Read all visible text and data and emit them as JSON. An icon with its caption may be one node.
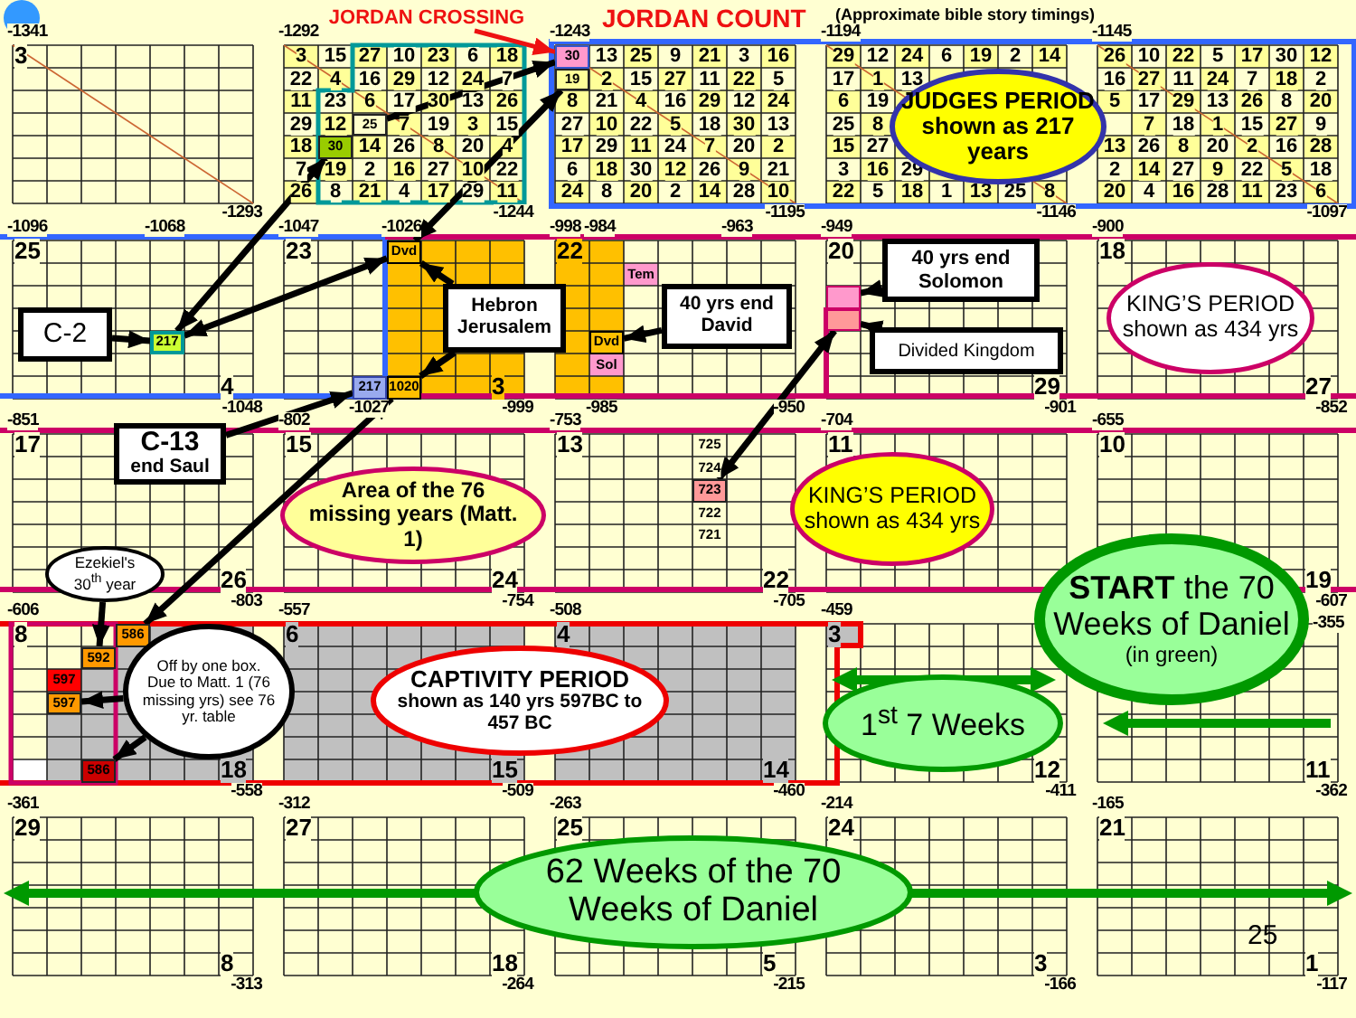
{
  "diagram": {
    "nodes": [
      {
        "text": [
          "JORDAN CROSSING"
        ]
      },
      {
        "text": [
          "30"
        ]
      },
      {
        "text": [
          "25"
        ]
      },
      {
        "text": [
          "19"
        ]
      },
      {
        "text": [
          "30"
        ]
      },
      {
        "text": [
          "JUDGES PERIOD shown as 217 years"
        ]
      },
      {
        "text": [
          "C-2"
        ]
      },
      {
        "text": [
          "217"
        ]
      },
      {
        "text": [
          "Dvd"
        ]
      },
      {
        "text": [
          "Hebron Jerusalem"
        ]
      },
      {
        "text": [
          "1020"
        ]
      },
      {
        "text": [
          "217"
        ]
      },
      {
        "text": [
          "C-13",
          "end Saul"
        ]
      },
      {
        "text": [
          "Dvd"
        ]
      },
      {
        "text": [
          "40 yrs end David"
        ]
      },
      {
        "text": [
          "40 yrs end Solomon"
        ]
      },
      {
        "text": [],
        "shape": "box"
      },
      {
        "text": [
          "Divided Kingdom"
        ]
      },
      {
        "text": [],
        "shape": "box"
      },
      {
        "text": [
          "KING’S PERIOD shown as 434 yrs"
        ]
      },
      {
        "text": [
          "Area of the 76 missing years (Matt. 1)"
        ]
      },
      {
        "text": [
          "723"
        ]
      },
      {
        "text": [
          "KING’S PERIOD shown as 434 yrs"
        ]
      },
      {
        "text": [
          "Ezekiel's 30$^{th}$ year"
        ]
      },
      {
        "text": [
          "586"
        ]
      },
      {
        "text": [
          "592"
        ]
      },
      {
        "text": [
          "597"
        ]
      },
      {
        "text": [
          "586"
        ]
      },
      {
        "text": [
          "Off by one box. Due to Matt. 1 (76 missing yrs) see 76 yr. table"
        ]
      },
      {
        "text": [
          "CAPTIVITY PERIOD",
          "shown as 140 yrs 597BC to 457 BC"
        ]
      },
      {
        "text": [
          "**START** the 70 Weeks of Daniel",
          "(in green)"
        ]
      },
      {
        "text": [
          "1$^{st}$ 7 Weeks"
        ]
      },
      {
        "text": [
          "62 Weeks of the 70 Weeks of Daniel"
        ]
      }
    ],
    "edges": [
      {
        "from": 0,
        "to": 1,
        "arrow": "to",
        "color": "#ee1111"
      },
      {
        "from": 1,
        "to": 2,
        "arrow": "both"
      },
      {
        "from": 3,
        "to": 8,
        "arrow": "both"
      },
      {
        "from": 4,
        "to": 7,
        "arrow": "both"
      },
      {
        "from": 7,
        "to": 8,
        "arrow": "both"
      },
      {
        "from": 6,
        "to": 7,
        "arrow": "to"
      },
      {
        "from": 12,
        "to": 11,
        "arrow": "to"
      },
      {
        "from": 9,
        "to": 8,
        "arrow": "to"
      },
      {
        "from": 9,
        "to": 10,
        "arrow": "to"
      },
      {
        "from": 14,
        "to": 13,
        "arrow": "to"
      },
      {
        "from": 15,
        "to": 16,
        "arrow": "to"
      },
      {
        "from": 17,
        "to": 18,
        "arrow": "to"
      },
      {
        "from": 18,
        "to": 21,
        "arrow": "both"
      },
      {
        "from": 10,
        "to": 24,
        "arrow": "both"
      },
      {
        "from": 23,
        "to": 25,
        "arrow": "to"
      },
      {
        "from": 28,
        "to": 26,
        "arrow": "to"
      },
      {
        "from": 28,
        "to": 27,
        "arrow": "to"
      }
    ],
    "labels": [
      "JORDAN COUNT",
      "(Approximate bible story timings)",
      "-1341",
      "3",
      "-1293",
      "-1292",
      "3",
      "15",
      "27",
      "10",
      "23",
      "6",
      "18",
      "22",
      "4",
      "16",
      "29",
      "12",
      "24",
      "7",
      "11",
      "23",
      "6",
      "17",
      "30",
      "13",
      "26",
      "29",
      "12",
      "7",
      "19",
      "3",
      "15",
      "18",
      "14",
      "26",
      "8",
      "20",
      "4",
      "7",
      "19",
      "2",
      "16",
      "27",
      "10",
      "22",
      "26",
      "8",
      "21",
      "4",
      "17",
      "29",
      "11",
      "-1244",
      "-1243",
      "13",
      "25",
      "9",
      "21",
      "3",
      "16",
      "2",
      "15",
      "27",
      "11",
      "22",
      "5",
      "8",
      "21",
      "4",
      "16",
      "29",
      "12",
      "24",
      "27",
      "10",
      "22",
      "5",
      "18",
      "30",
      "13",
      "17",
      "29",
      "11",
      "24",
      "7",
      "20",
      "2",
      "6",
      "18",
      "30",
      "12",
      "26",
      "9",
      "21",
      "24",
      "8",
      "20",
      "2",
      "14",
      "28",
      "10",
      "-1195",
      "-1194",
      "29",
      "12",
      "24",
      "6",
      "19",
      "2",
      "14",
      "17",
      "1",
      "13",
      "6",
      "19",
      "25",
      "8",
      "15",
      "27",
      "3",
      "16",
      "29",
      "22",
      "5",
      "18",
      "1",
      "13",
      "25",
      "8",
      "-1146",
      "-1145",
      "26",
      "10",
      "22",
      "5",
      "17",
      "30",
      "12",
      "16",
      "27",
      "11",
      "24",
      "7",
      "18",
      "2",
      "5",
      "17",
      "29",
      "13",
      "26",
      "8",
      "20",
      "7",
      "18",
      "1",
      "15",
      "27",
      "9",
      "13",
      "26",
      "8",
      "20",
      "2",
      "16",
      "28",
      "2",
      "14",
      "27",
      "9",
      "22",
      "5",
      "18",
      "20",
      "4",
      "16",
      "28",
      "11",
      "23",
      "6",
      "-1097",
      "-1096",
      "-1068",
      "25",
      "4",
      "-1048",
      "-1047",
      "-1026",
      "23",
      "3",
      "-1027",
      "-999",
      "-998",
      "-984",
      "-963",
      "22",
      "Tem",
      "Sol",
      "-985",
      "-950",
      "-949",
      "20",
      "29",
      "-901",
      "-900",
      "18",
      "27",
      "-852",
      "-851",
      "17",
      "26",
      "-803",
      "-802",
      "15",
      "24",
      "-754",
      "-753",
      "13",
      "725",
      "724",
      "722",
      "721",
      "22",
      "-705",
      "-704",
      "11",
      "-655",
      "10",
      "19",
      "-607",
      "-606",
      "8",
      "597",
      "18",
      "-558",
      "-557",
      "6",
      "15",
      "-509",
      "-508",
      "4",
      "14",
      "-460",
      "-459",
      "3",
      "12",
      "-411",
      "-355",
      "11",
      "-362",
      "-361",
      "29",
      "8",
      "-313",
      "-312",
      "27",
      "18",
      "-264",
      "-263",
      "25",
      "5",
      "-215",
      "-214",
      "24",
      "3",
      "-166",
      "-165",
      "21",
      "25",
      "1",
      "-117"
    ]
  }
}
